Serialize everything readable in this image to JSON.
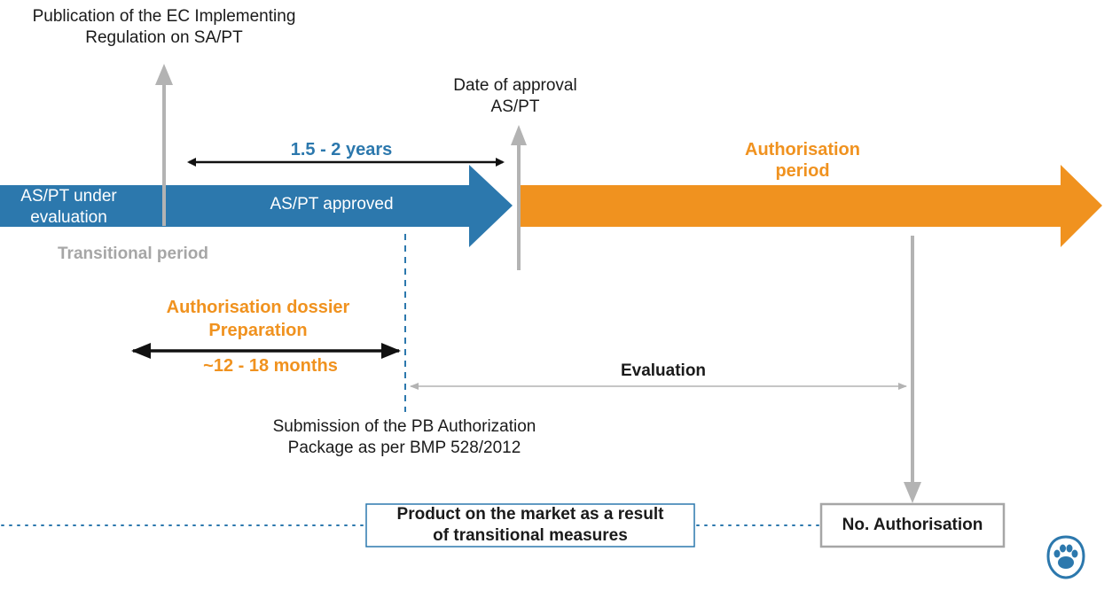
{
  "labels": {
    "publication": [
      "Publication of the EC Implementing",
      "Regulation on SA/PT"
    ],
    "date_of_approval": [
      "Date of approval",
      "AS/PT"
    ],
    "duration_years": "1.5 - 2 years",
    "authorisation_period": [
      "Authorisation",
      "period"
    ],
    "under_evaluation": [
      "AS/PT under",
      "evaluation"
    ],
    "approved": "AS/PT approved",
    "transitional_period": "Transitional period",
    "dossier_preparation": [
      "Authorisation dossier",
      "Preparation"
    ],
    "duration_months": "~12 - 18 months",
    "evaluation": "Evaluation",
    "submission": [
      "Submission of the PB Authorization",
      "Package as per BMP 528/2012"
    ],
    "product_on_market": [
      "Product on the market as a result",
      "of transitional measures"
    ],
    "no_authorisation": "No. Authorisation"
  },
  "colors": {
    "blue": "#2c78ad",
    "orange": "#f0921f",
    "grey": "#b3b3b3",
    "dark": "#1a1a1a",
    "box_border_blue": "#2c78ad",
    "box_border_grey": "#a6a6a6"
  },
  "icons": {
    "logo": "paw-print-icon"
  }
}
